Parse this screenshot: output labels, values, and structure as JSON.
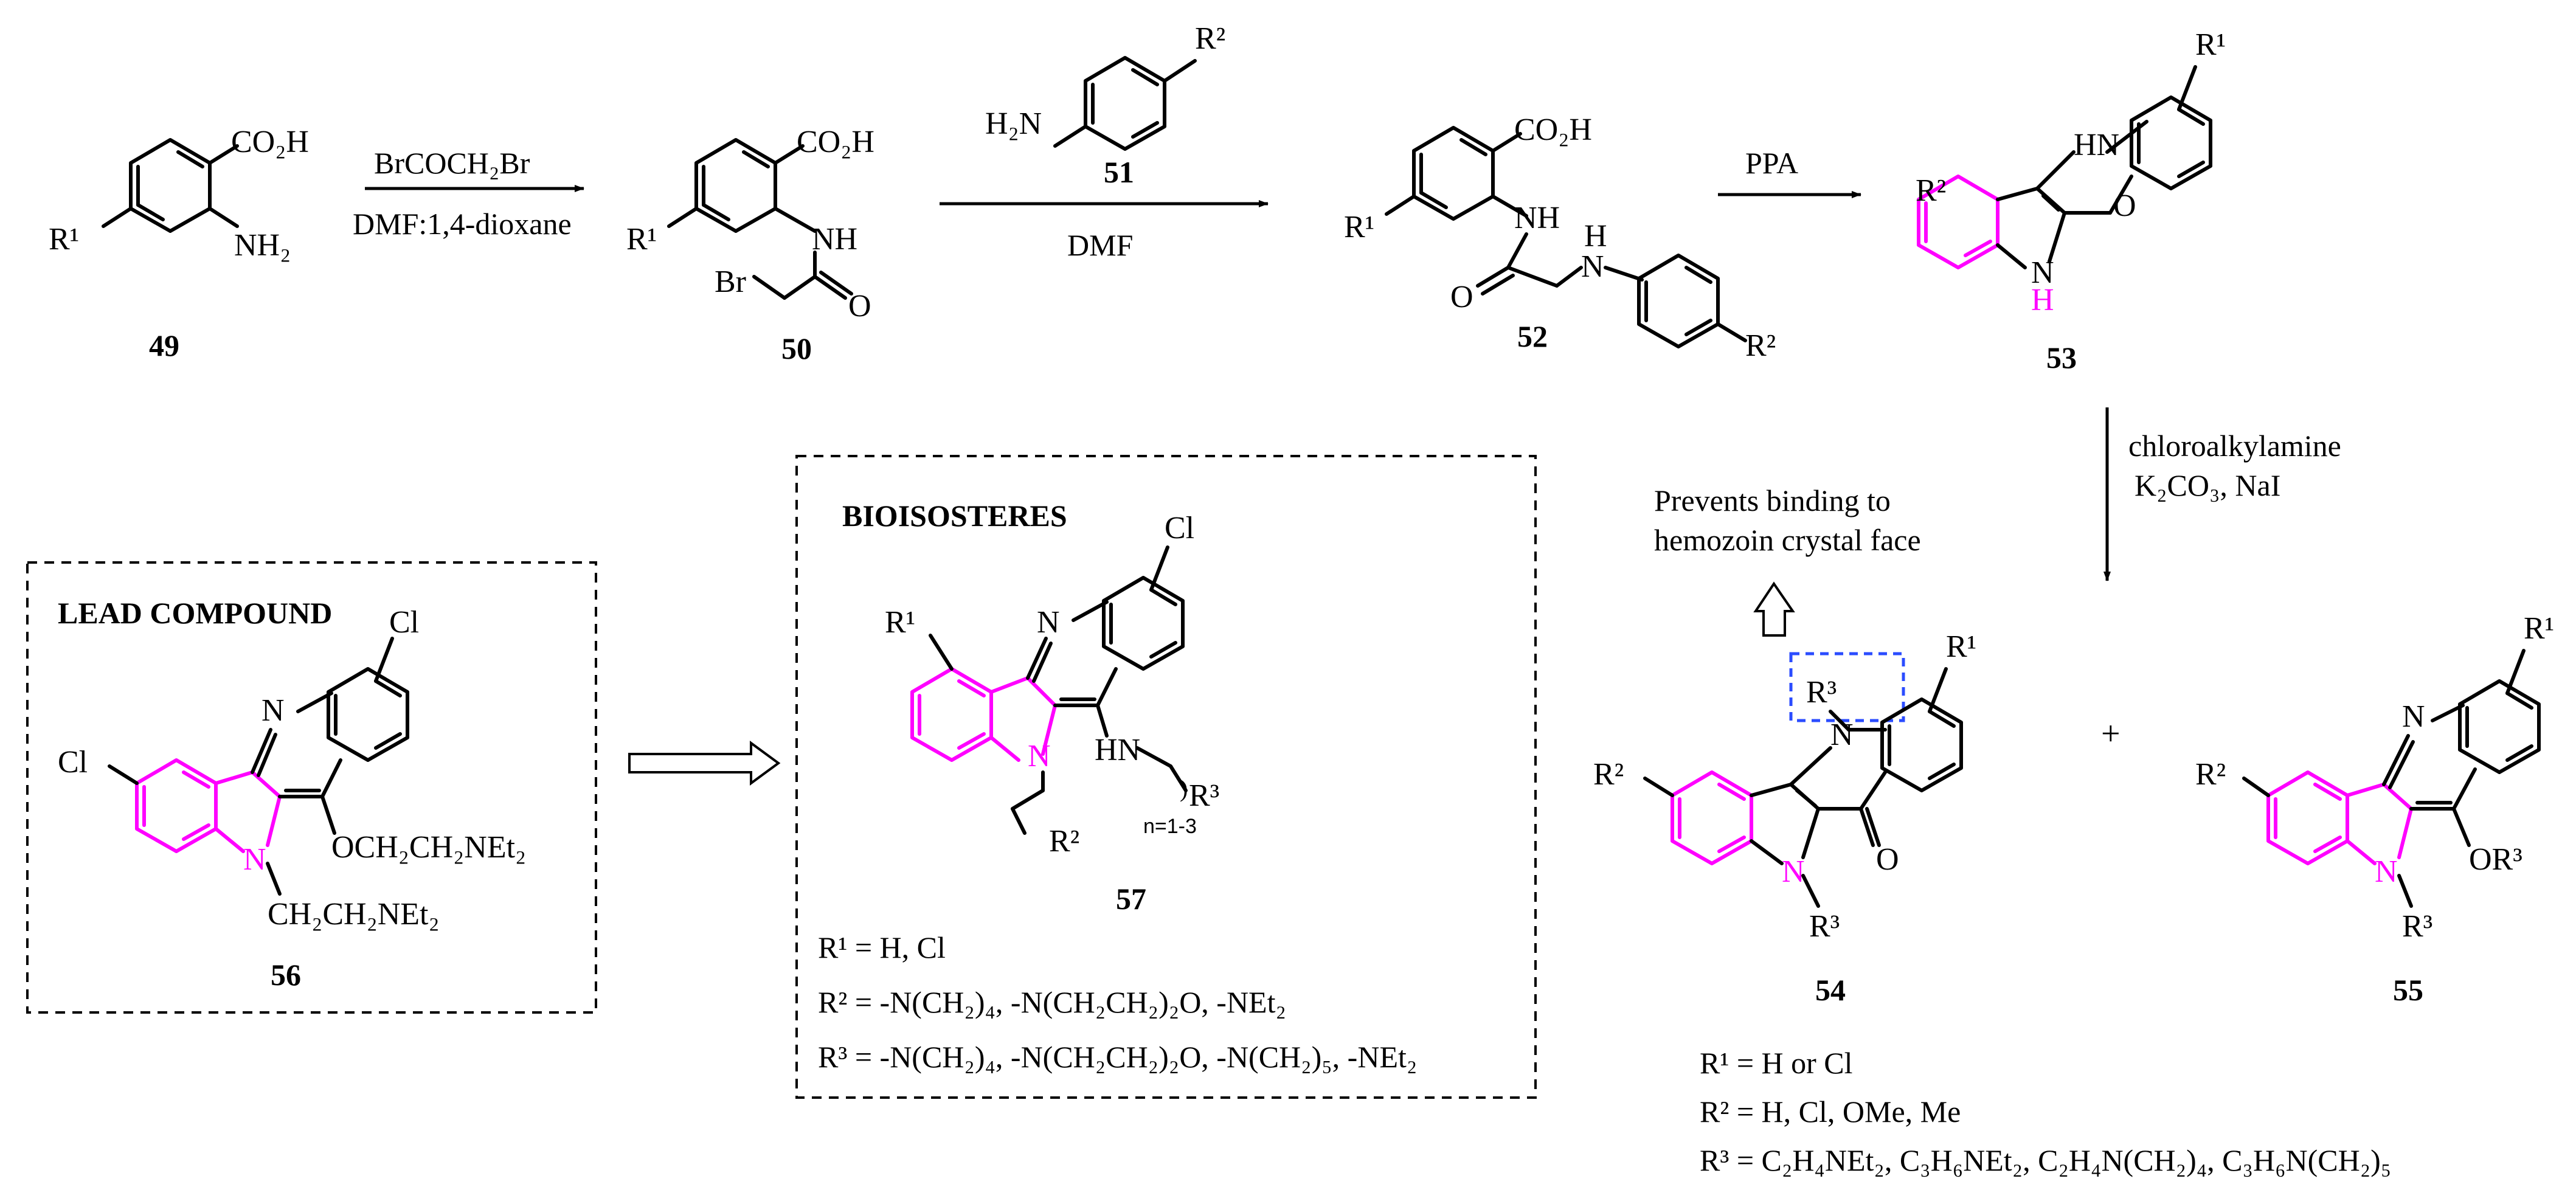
{
  "labels": {
    "c49": "49",
    "c50": "50",
    "c51": "51",
    "c52": "52",
    "c53": "53",
    "c54": "54",
    "c55": "55",
    "c56": "56",
    "c57": "57"
  },
  "reagents": {
    "step1_top": "BrCOCH₂Br",
    "step1_bottom": "DMF:1,4-dioxane",
    "step2_bottom": "DMF",
    "step3_top": "PPA",
    "step4_line1": "chloroalkylamine",
    "step4_line2": "K₂CO₃, NaI",
    "plus": "+"
  },
  "atoms": {
    "co2h": "CO₂H",
    "nh2": "NH₂",
    "h2n": "H₂N",
    "nh": "NH",
    "hn": "HN",
    "h": "H",
    "n": "N",
    "o": "O",
    "br": "Br",
    "cl": "Cl",
    "r1": "R¹",
    "r2": "R²",
    "r3": "R³",
    "or3": "OR³",
    "och2": "OCH₂CH₂NEt₂",
    "ch2": "CH₂CH₂NEt₂",
    "nrange": "n=1-3"
  },
  "annotations": {
    "prevents_line1": "Prevents binding to",
    "prevents_line2": "hemozoin crystal face"
  },
  "boxes": {
    "lead": "LEAD COMPOUND",
    "bio": "BIOISOSTERES"
  },
  "definitions_57": {
    "r1": "R¹ = H, Cl",
    "r2": "R² = -N(CH₂)₄, -N(CH₂CH₂)₂O, -NEt₂",
    "r3": "R³ = -N(CH₂)₄, -N(CH₂CH₂)₂O, -N(CH₂)₅, -NEt₂"
  },
  "definitions_54": {
    "r1": "R¹ = H or Cl",
    "r2": "R² = H, Cl, OMe, Me",
    "r3": "R³ = C₂H₄NEt₂, C₃H₆NEt₂, C₂H₄N(CH₂)₄, C₃H₆N(CH₂)₅"
  },
  "colors": {
    "highlight": "#ff00ff",
    "box_dash": "#2b4cff",
    "ink": "#000000"
  }
}
